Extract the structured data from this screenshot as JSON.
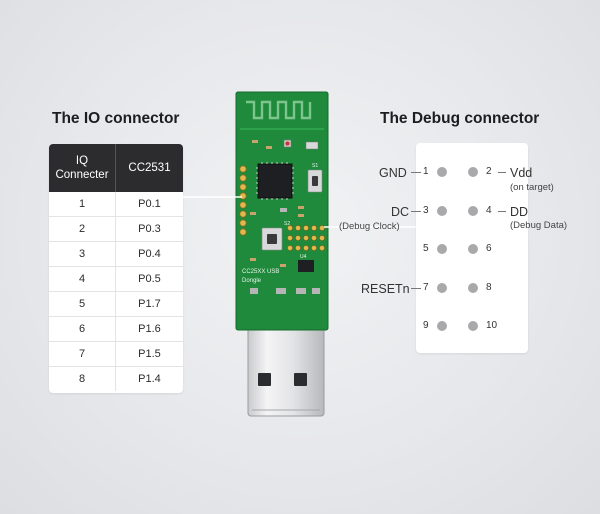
{
  "io_connector": {
    "title": "The IO connector",
    "header": [
      "IQ\nConnecter",
      "CC2531"
    ],
    "rows": [
      {
        "pin": "1",
        "signal": "P0.1"
      },
      {
        "pin": "2",
        "signal": "P0.3"
      },
      {
        "pin": "3",
        "signal": "P0.4"
      },
      {
        "pin": "4",
        "signal": "P0.5"
      },
      {
        "pin": "5",
        "signal": "P1.7"
      },
      {
        "pin": "6",
        "signal": "P1.6"
      },
      {
        "pin": "7",
        "signal": "P1.5"
      },
      {
        "pin": "8",
        "signal": "P1.4"
      }
    ]
  },
  "debug_connector": {
    "title": "The Debug connector",
    "pins": [
      "1",
      "2",
      "3",
      "4",
      "5",
      "6",
      "7",
      "8",
      "9",
      "10"
    ],
    "left_signals": {
      "gnd": "GND",
      "dc": "DC",
      "dc_note": "(Debug Clock)",
      "reset": "RESETn"
    },
    "right_signals": {
      "vdd": "Vdd",
      "vdd_note": "(on target)",
      "dd": "DD",
      "dd_note": "(Debug Data)"
    }
  },
  "board": {
    "silk_model": "CC25XX USB",
    "silk_dongle": "Dongle",
    "silk_codes": [
      "S1",
      "S2",
      "U4"
    ],
    "colors": {
      "pcb": "#1f8a3c",
      "pcb_dark": "#156b2d",
      "connector_line": "#ffffff"
    }
  }
}
